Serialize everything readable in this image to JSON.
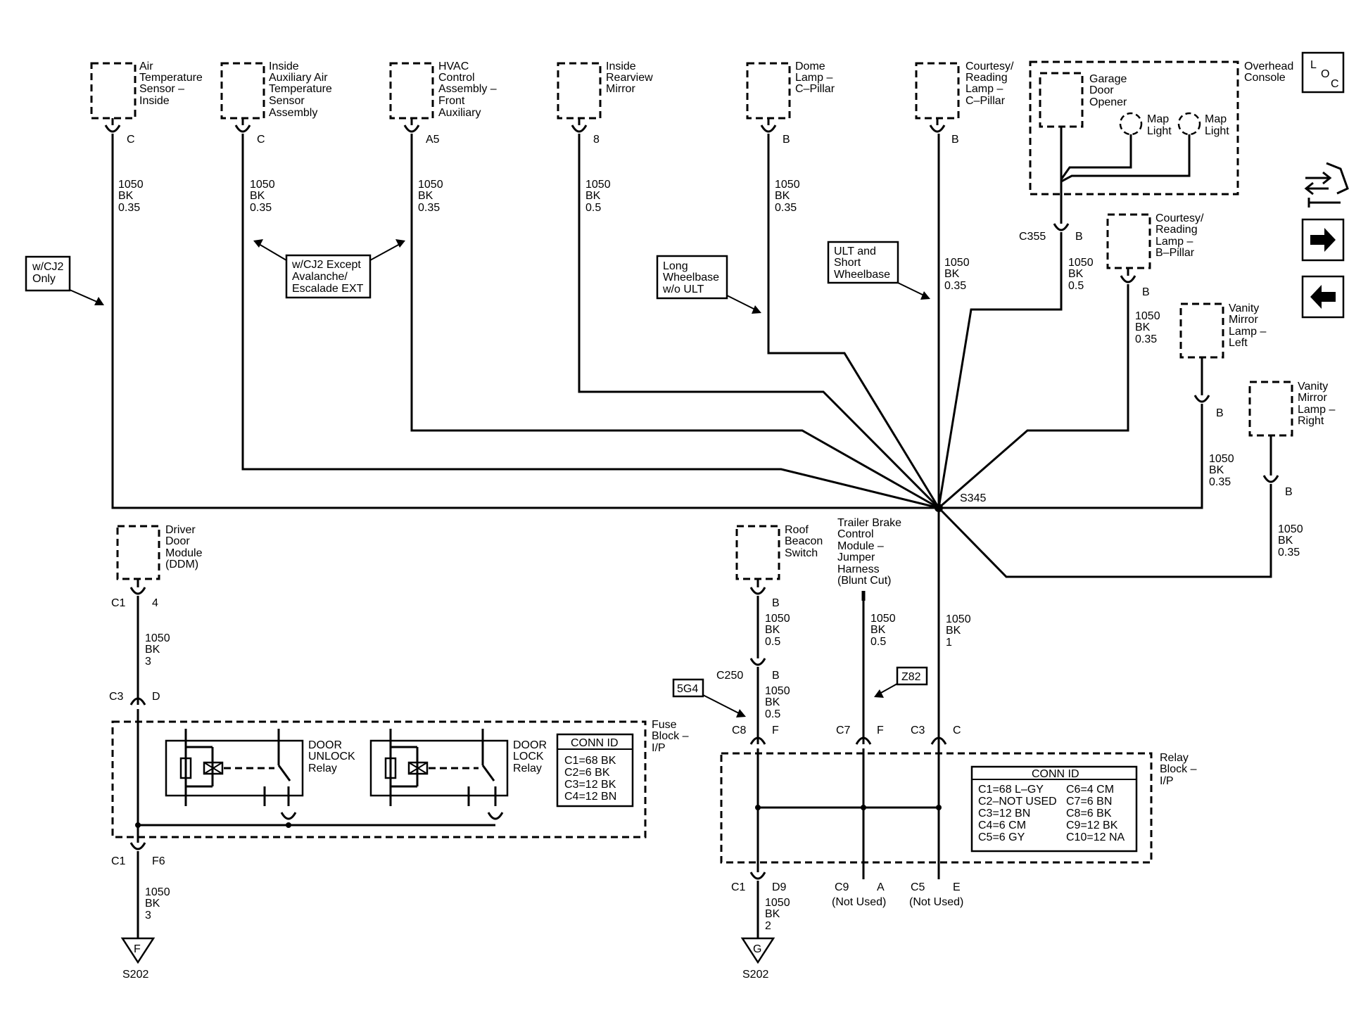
{
  "nav": {
    "loc_label": "L\nO\nC",
    "icons": [
      "component-locator-icon",
      "next-page-arrow-icon",
      "previous-page-arrow-icon"
    ]
  },
  "components": {
    "air_temp_sensor": {
      "label": [
        "Air",
        "Temperature",
        "Sensor –",
        "Inside"
      ],
      "pin": "C",
      "wire": [
        "1050",
        "BK",
        "0.35"
      ]
    },
    "aux_air_temp_sensor": {
      "label": [
        "Inside",
        "Auxiliary Air",
        "Temperature",
        "Sensor",
        "Assembly"
      ],
      "pin": "C",
      "wire": [
        "1050",
        "BK",
        "0.35"
      ]
    },
    "hvac_control": {
      "label": [
        "HVAC",
        "Control",
        "Assembly –",
        "Front",
        "Auxiliary"
      ],
      "pin": "A5",
      "wire": [
        "1050",
        "BK",
        "0.35"
      ]
    },
    "rearview_mirror": {
      "label": [
        "Inside",
        "Rearview",
        "Mirror"
      ],
      "pin": "8",
      "wire": [
        "1050",
        "BK",
        "0.5"
      ]
    },
    "dome_lamp": {
      "label": [
        "Dome",
        "Lamp –",
        "C–Pillar"
      ],
      "pin": "B",
      "wire": [
        "1050",
        "BK",
        "0.35"
      ]
    },
    "courtesy_c_pillar": {
      "label": [
        "Courtesy/",
        "Reading",
        "Lamp –",
        "C–Pillar"
      ],
      "pin": "B",
      "wire": [
        "1050",
        "BK",
        "0.35"
      ]
    },
    "overhead_console": {
      "label": [
        "Overhead",
        "Console"
      ],
      "garage_door": [
        "Garage",
        "Door",
        "Opener"
      ],
      "map_light_left": [
        "Map",
        "Light"
      ],
      "map_light_right": [
        "Map",
        "Light"
      ],
      "connector": "C355",
      "pin": "B",
      "wire": [
        "1050",
        "BK",
        "0.5"
      ]
    },
    "courtesy_b_pillar": {
      "label": [
        "Courtesy/",
        "Reading",
        "Lamp –",
        "B–Pillar"
      ],
      "pin": "B",
      "wire": [
        "1050",
        "BK",
        "0.35"
      ]
    },
    "vanity_left": {
      "label": [
        "Vanity",
        "Mirror",
        "Lamp –",
        "Left"
      ],
      "pin": "B",
      "wire": [
        "1050",
        "BK",
        "0.35"
      ]
    },
    "vanity_right": {
      "label": [
        "Vanity",
        "Mirror",
        "Lamp –",
        "Right"
      ],
      "pin": "B",
      "wire": [
        "1050",
        "BK",
        "0.35"
      ]
    },
    "ddm": {
      "label": [
        "Driver",
        "Door",
        "Module",
        "(DDM)"
      ],
      "conn_top": "C1",
      "pin_top": "4",
      "wire": [
        "1050",
        "BK",
        "3"
      ],
      "conn_fuse": "C3",
      "pin_fuse": "D"
    },
    "roof_beacon": {
      "label": [
        "Roof",
        "Beacon",
        "Switch"
      ],
      "pin": "B",
      "wire1": [
        "1050",
        "BK",
        "0.5"
      ],
      "c250": "C250",
      "c250_pin": "B",
      "wire2": [
        "1050",
        "BK",
        "0.5"
      ],
      "option": "5G4",
      "conn": "C8",
      "conn_pin": "F"
    },
    "trailer_brake": {
      "label": [
        "Trailer Brake",
        "Control",
        "Module –",
        "Jumper",
        "Harness",
        "(Blunt Cut)"
      ],
      "wire": [
        "1050",
        "BK",
        "0.5"
      ],
      "option": "Z82",
      "conn": "C7",
      "conn_pin": "F"
    },
    "splice_trunk": {
      "wire": [
        "1050",
        "BK",
        "1"
      ],
      "conn": "C3",
      "conn_pin": "C"
    }
  },
  "callouts": {
    "cj2_only": [
      "w/CJ2",
      "Only"
    ],
    "cj2_except": [
      "w/CJ2 Except",
      "Avalanche/",
      "Escalade EXT"
    ],
    "long_wheelbase": [
      "Long",
      "Wheelbase",
      "w/o ULT"
    ],
    "ult_short": [
      "ULT and",
      "Short",
      "Wheelbase"
    ]
  },
  "splice": {
    "name": "S345"
  },
  "fuse_block": {
    "label": [
      "Fuse",
      "Block –",
      "I/P"
    ],
    "unlock_relay": [
      "DOOR",
      "UNLOCK",
      "Relay"
    ],
    "lock_relay": [
      "DOOR",
      "LOCK",
      "Relay"
    ],
    "conn_id_title": "CONN ID",
    "conn_id": [
      "C1=68 BK",
      "C2=6 BK",
      "C3=12 BK",
      "C4=12 BN"
    ],
    "out_conn": "C1",
    "out_pin": "F6",
    "out_wire": [
      "1050",
      "BK",
      "3"
    ],
    "ground_letter": "F",
    "ground_name": "S202"
  },
  "relay_block": {
    "label": [
      "Relay",
      "Block –",
      "I/P"
    ],
    "conn_id_title": "CONN ID",
    "conn_id_left": [
      "C1=68 L–GY",
      "C2–NOT USED",
      "C3=12 BN",
      "C4=6 CM",
      "C5=6 GY"
    ],
    "conn_id_right": [
      "C6=4 CM",
      "C7=6 BN",
      "C8=6 BK",
      "C9=12 BK",
      "C10=12 NA"
    ],
    "out1_conn": "C1",
    "out1_pin": "D9",
    "out1_wire": [
      "1050",
      "BK",
      "2"
    ],
    "out2_conn": "C9",
    "out2_pin": "A",
    "out2_note": "(Not Used)",
    "out3_conn": "C5",
    "out3_pin": "E",
    "out3_note": "(Not Used)",
    "ground_letter": "G",
    "ground_name": "S202"
  }
}
